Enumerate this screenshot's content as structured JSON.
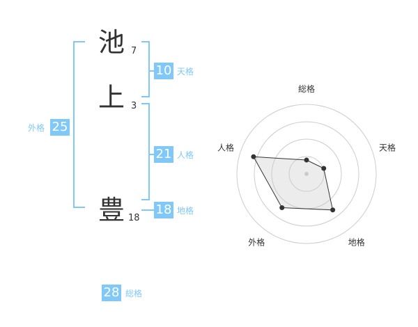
{
  "colors": {
    "accent": "#7fc8f8",
    "text": "#333333",
    "grid": "#cccccc"
  },
  "name": {
    "chars": [
      {
        "char": "池",
        "strokes": "7"
      },
      {
        "char": "上",
        "strokes": "3"
      },
      {
        "char": "豊",
        "strokes": "18"
      }
    ]
  },
  "kaku": {
    "tenkaku": {
      "value": "10",
      "label": "天格"
    },
    "jinkaku": {
      "value": "21",
      "label": "人格"
    },
    "chikaku": {
      "value": "18",
      "label": "地格"
    },
    "gaikaku": {
      "value": "25",
      "label": "外格"
    },
    "soukaku": {
      "value": "28",
      "label": "総格"
    }
  },
  "chart_data": {
    "type": "radar",
    "axes": [
      "総格",
      "天格",
      "地格",
      "外格",
      "人格"
    ],
    "values": [
      1.0,
      1.3,
      3.2,
      3.0,
      4.0
    ],
    "rmax": 5,
    "rings": 4
  }
}
